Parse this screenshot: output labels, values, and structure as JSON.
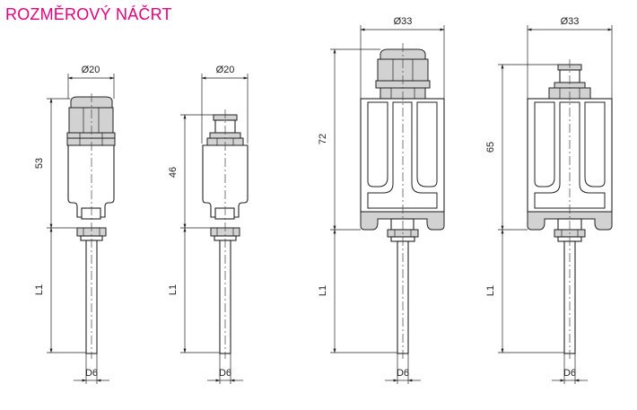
{
  "title": "ROZMĚROVÝ NÁČRT",
  "sketches": [
    {
      "diameter": "Ø20",
      "height": "53",
      "length": "L1",
      "stem": "D6"
    },
    {
      "diameter": "Ø20",
      "height": "46",
      "length": "L1",
      "stem": "D6"
    },
    {
      "diameter": "Ø33",
      "height": "72",
      "length": "L1",
      "stem": "D6"
    },
    {
      "diameter": "Ø33",
      "height": "65",
      "length": "L1",
      "stem": "D6"
    }
  ]
}
